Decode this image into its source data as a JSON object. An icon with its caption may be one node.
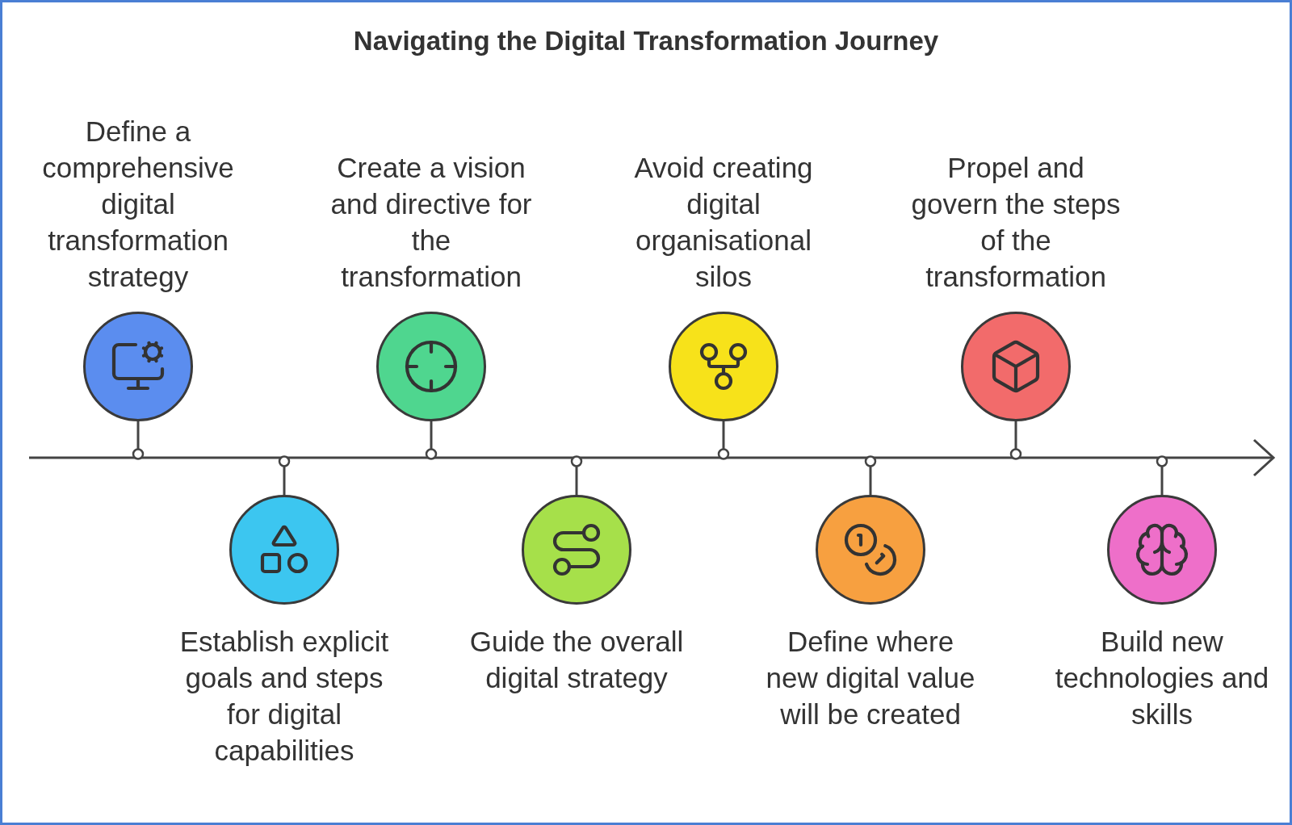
{
  "diagram": {
    "title": "Navigating the Digital Transformation Journey",
    "nodes": [
      {
        "text": [
          "Define a comprehensive digital transformation strategy"
        ]
      },
      {
        "text": [
          "Establish explicit goals and steps for digital capabilities"
        ]
      },
      {
        "text": [
          "Create a vision and directive for the transformation"
        ]
      },
      {
        "text": [
          "Guide the overall digital strategy"
        ]
      },
      {
        "text": [
          "Avoid creating digital organisational silos"
        ]
      },
      {
        "text": [
          "Define where new digital value will be created"
        ]
      },
      {
        "text": [
          "Propel and govern the steps of the transformation"
        ]
      },
      {
        "text": [
          "Build new technologies and skills"
        ]
      },
      {
        "text": [],
        "shape": "arrow"
      }
    ],
    "edges": [
      {
        "from": 0,
        "to": 8,
        "arrow": "other"
      },
      {
        "from": 1,
        "to": 8,
        "arrow": "other"
      },
      {
        "from": 2,
        "to": 8,
        "arrow": "other"
      },
      {
        "from": 3,
        "to": 8,
        "arrow": "other"
      },
      {
        "from": 4,
        "to": 8,
        "arrow": "other"
      },
      {
        "from": 5,
        "to": 8,
        "arrow": "other"
      },
      {
        "from": 6,
        "to": 8,
        "arrow": "other"
      },
      {
        "from": 7,
        "to": 8,
        "arrow": "other"
      }
    ]
  }
}
